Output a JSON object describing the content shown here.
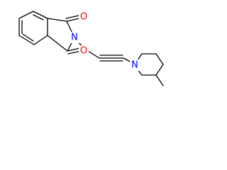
{
  "molecule": {
    "atoms": {
      "oxygen_top": "O",
      "nitrogen_imide": "N",
      "oxygen_bottom": "O",
      "nitrogen_piperidine": "N"
    },
    "colors": {
      "oxygen": "#ff0000",
      "nitrogen": "#0000ff",
      "bond": "#000000",
      "background": "#ffffff"
    }
  }
}
